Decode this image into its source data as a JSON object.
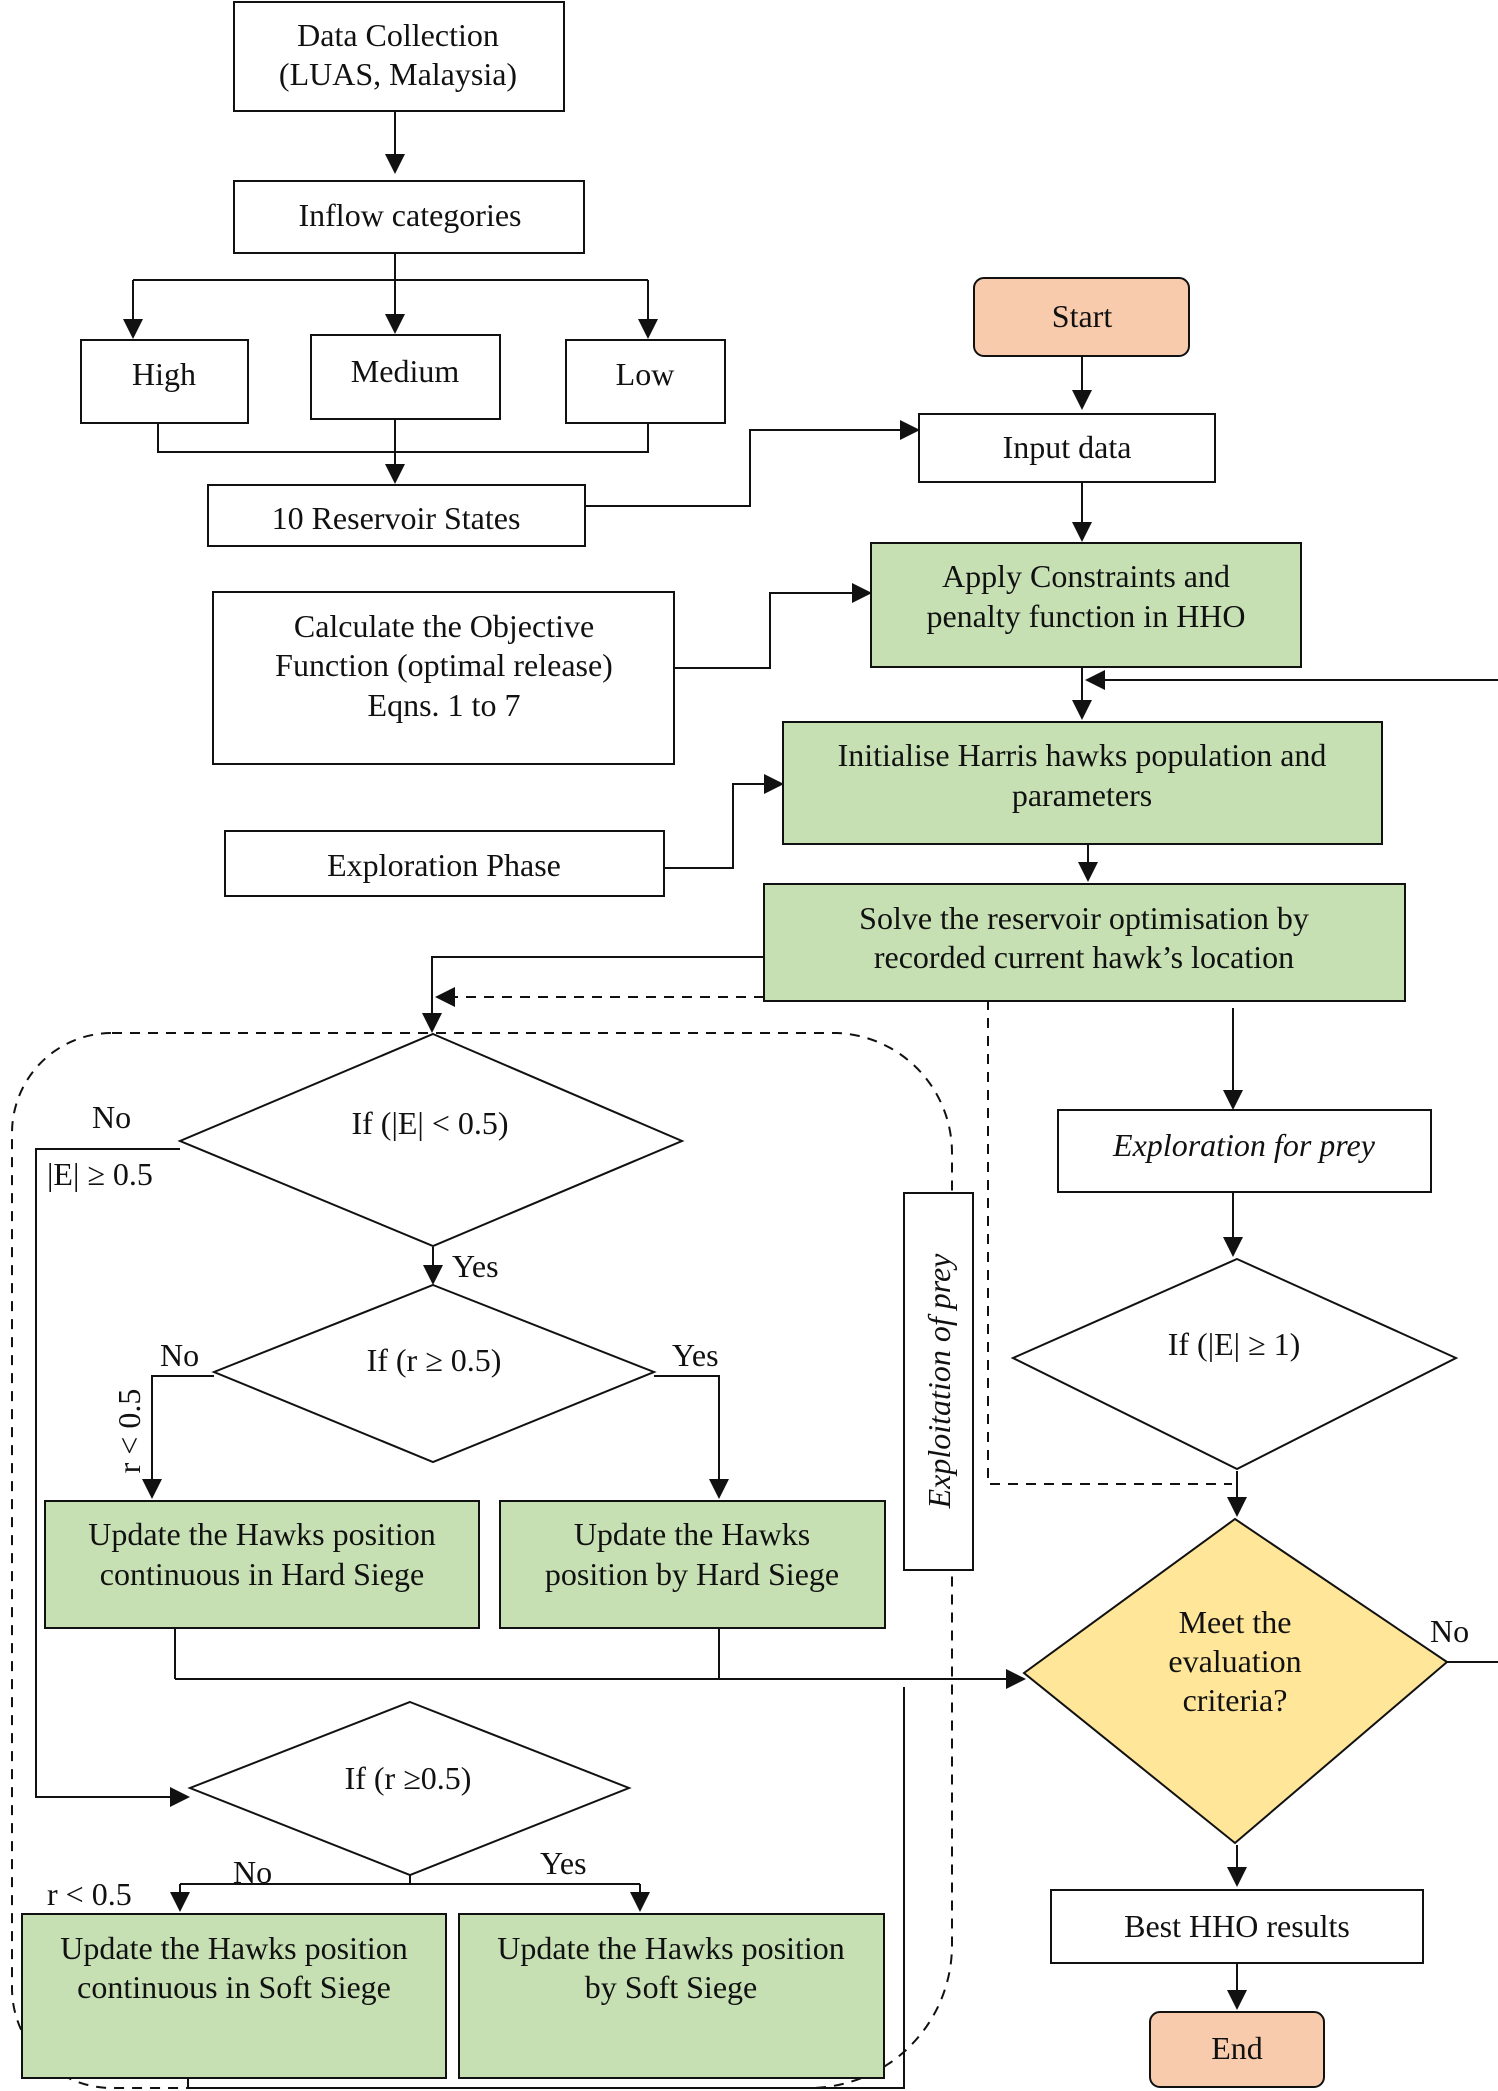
{
  "colors": {
    "green": "#c6e0b4",
    "orange": "#f8cbad",
    "yellow": "#ffe699",
    "white": "#ffffff",
    "line": "#111111"
  },
  "nodes": {
    "data_collection": [
      "Data Collection",
      "(LUAS, Malaysia)"
    ],
    "inflow_categories": [
      "Inflow categories"
    ],
    "high": [
      "High"
    ],
    "medium": [
      "Medium"
    ],
    "low": [
      "Low"
    ],
    "reservoir_states": [
      "10 Reservoir States"
    ],
    "objective_function": [
      "Calculate the Objective",
      "Function (optimal release)",
      "Eqns. 1 to 7"
    ],
    "exploration_phase": [
      "Exploration Phase"
    ],
    "start": [
      "Start"
    ],
    "input_data": [
      "Input data"
    ],
    "apply_constraints": [
      "Apply Constraints and",
      "penalty function in HHO"
    ],
    "initialise_population": [
      "Initialise Harris hawks population and",
      "parameters"
    ],
    "solve_optimisation": [
      "Solve the reservoir optimisation by",
      "recorded current hawk’s location"
    ],
    "decision_e_half": [
      "If (|E| < 0.5)"
    ],
    "decision_r_half_1": [
      "If (r ≥ 0.5)"
    ],
    "hard_siege_continuous": [
      "Update the Hawks position",
      "continuous in Hard Siege"
    ],
    "hard_siege": [
      "Update the Hawks",
      "position by Hard Siege"
    ],
    "decision_r_half_2": [
      "If (r ≥0.5)"
    ],
    "soft_siege_continuous": [
      "Update the Hawks position",
      "continuous in Soft Siege"
    ],
    "soft_siege": [
      "Update the Hawks position",
      "by Soft Siege"
    ],
    "exploitation_prey": [
      "Exploitation of prey"
    ],
    "exploration_prey": [
      "Exploration for prey"
    ],
    "decision_e_one": [
      "If (|E| ≥ 1)"
    ],
    "evaluation_criteria": [
      "Meet the",
      "evaluation",
      "criteria?"
    ],
    "best_results": [
      "Best HHO results"
    ],
    "end": [
      "End"
    ]
  },
  "edge_labels": {
    "no_e_half": "No",
    "e_ge_half": "|E| ≥ 0.5",
    "yes_e_half": "Yes",
    "no_r1": "No",
    "r_lt_half_1": "r < 0.5",
    "yes_r1": "Yes",
    "no_r2": "No",
    "r_lt_half_2": "r < 0.5",
    "yes_r2": "Yes",
    "no_eval": "No"
  }
}
